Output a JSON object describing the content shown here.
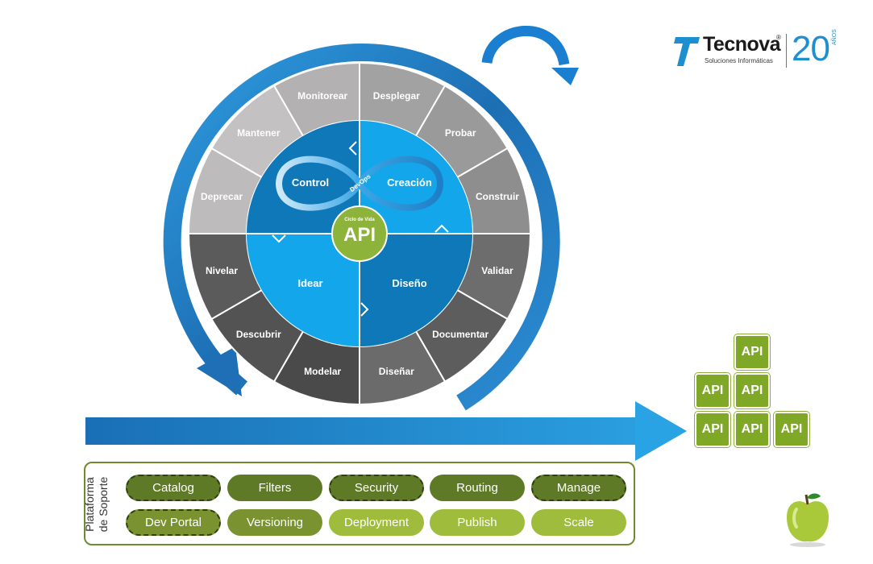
{
  "logo": {
    "name": "Tecnova",
    "registered": "®",
    "subtitle": "Soluciones Informáticas",
    "years": "20",
    "years_label": "AÑOS"
  },
  "outer_ring": [
    "Monitorear",
    "Desplegar",
    "Probar",
    "Construir",
    "Validar",
    "Documentar",
    "Diseñar",
    "Modelar",
    "Descubrir",
    "Nivelar",
    "Deprecar",
    "Mantener"
  ],
  "inner_quadrants": {
    "top_left": "Control",
    "top_right": "Creación",
    "bottom_left": "Idear",
    "bottom_right": "Diseño"
  },
  "devops_label": "DevOps",
  "center": {
    "subtitle": "Ciclo de Vida",
    "title": "API"
  },
  "platform": {
    "label_line1": "Plataforma",
    "label_line2": "de Soporte",
    "row1": [
      "Catalog",
      "Filters",
      "Security",
      "Routing",
      "Manage"
    ],
    "row2": [
      "Dev Portal",
      "Versioning",
      "Deployment",
      "Publish",
      "Scale"
    ]
  },
  "api_blocks": [
    "API",
    "API",
    "API",
    "API",
    "API",
    "API"
  ],
  "colors": {
    "blue_dark": "#1565a8",
    "blue_light": "#2aa8e8",
    "green": "#7fa826",
    "gray_light": "#b3b1b1",
    "gray_dark": "#3f3f3f"
  }
}
